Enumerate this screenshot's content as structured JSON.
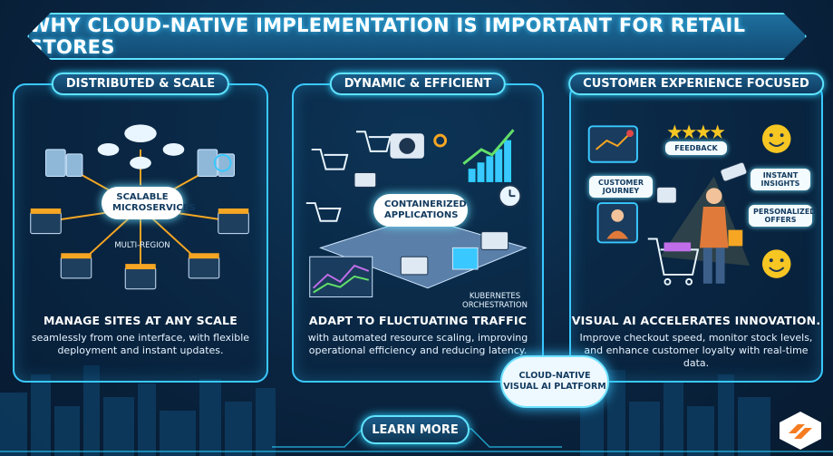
{
  "title": "WHY CLOUD-NATIVE IMPLEMENTATION IS IMPORTANT FOR RETAIL STORES",
  "panels": [
    {
      "tag": "DISTRIBUTED & SCALE",
      "center_label": "SCALABLE MICROSERVICES",
      "sub_label": "MULTI-REGION",
      "heading": "MANAGE SITES AT ANY SCALE",
      "description": "seamlessly from one interface, with flexible deployment and instant updates."
    },
    {
      "tag": "DYNAMIC & EFFICIENT",
      "center_label": "CONTAINERIZED APPLICATIONS",
      "sub_label": "KUBERNETES ORCHESTRATION",
      "heading": "ADAPT TO FLUCTUATING TRAFFIC",
      "description": "with automated resource scaling, improving operational efficiency and reducing latency."
    },
    {
      "tag": "CUSTOMER EXPERIENCE FOCUSED",
      "labels": {
        "journey": "CUSTOMER JOURNEY",
        "feedback": "FEEDBACK",
        "insights": "INSTANT INSIGHTS",
        "offers": "PERSONALIZED OFFERS"
      },
      "heading": "VISUAL AI ACCELERATES INNOVATION.",
      "description": "Improve checkout speed, monitor stock levels, and enhance customer loyalty with real-time data."
    }
  ],
  "platform_label": "CLOUD-NATIVE VISUAL AI PLATFORM",
  "cta_label": "LEARN MORE",
  "colors": {
    "accent": "#39c8ff",
    "background": "#0a2440",
    "highlight": "#f6a623"
  }
}
